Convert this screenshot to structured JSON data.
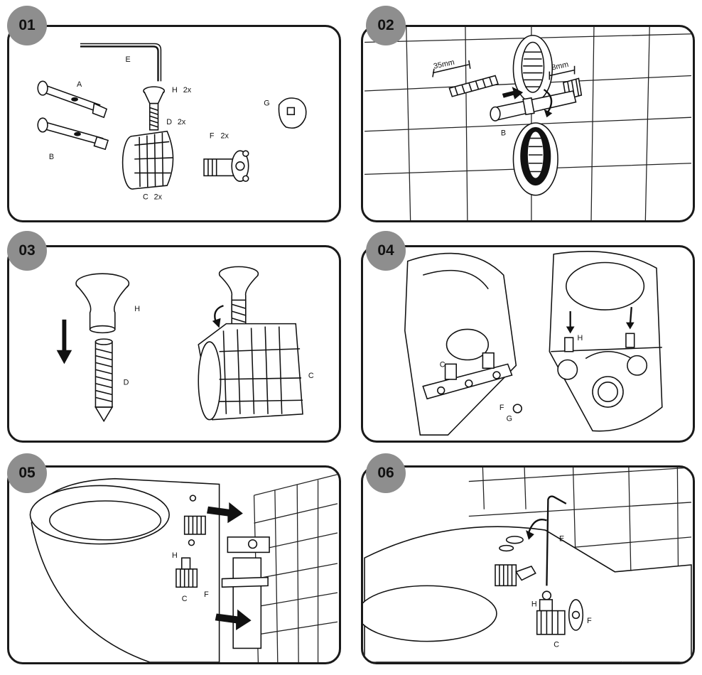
{
  "steps": [
    {
      "number": "01",
      "labels": {
        "A": "A",
        "B": "B",
        "C": "C",
        "C_qty": "2x",
        "D": "D",
        "D_qty": "2x",
        "E": "E",
        "F": "F",
        "F_qty": "2x",
        "G": "G",
        "H": "H",
        "H_qty": "2x"
      }
    },
    {
      "number": "02",
      "labels": {
        "B": "B",
        "dim_left": "35mm",
        "dim_right": "8mm"
      }
    },
    {
      "number": "03",
      "labels": {
        "H": "H",
        "D": "D",
        "C": "C"
      }
    },
    {
      "number": "04",
      "labels": {
        "C": "C",
        "F": "F",
        "G": "G",
        "H": "H"
      }
    },
    {
      "number": "05",
      "labels": {
        "H": "H",
        "C": "C",
        "F": "F"
      }
    },
    {
      "number": "06",
      "labels": {
        "E": "E",
        "H": "H",
        "C": "C",
        "F": "F"
      }
    }
  ],
  "colors": {
    "badge": "#8e8e8e",
    "line": "#111111",
    "background": "#ffffff"
  }
}
